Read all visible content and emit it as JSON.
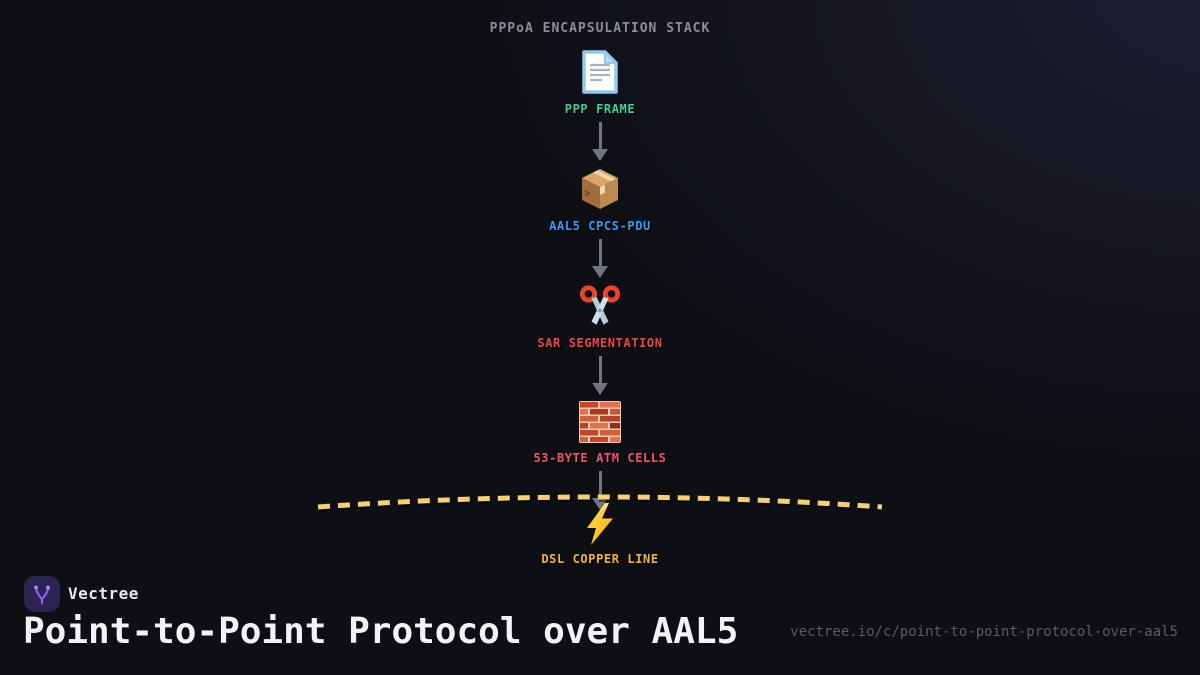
{
  "diagram": {
    "title": "PPPoA ENCAPSULATION STACK",
    "title_color": "#8a8e99",
    "arrow_color": "#70757f",
    "dashed_line_color": "#f7d16b",
    "nodes": [
      {
        "label": "PPP FRAME",
        "color": "#34d399",
        "icon": "document-icon"
      },
      {
        "label": "AAL5 CPCS-PDU",
        "color": "#359af4",
        "icon": "package-icon"
      },
      {
        "label": "SAR SEGMENTATION",
        "color": "#ef4444",
        "icon": "scissors-icon"
      },
      {
        "label": "53-BYTE ATM CELLS",
        "color": "#f4536b",
        "icon": "brick-wall-icon"
      },
      {
        "label": "DSL COPPER LINE",
        "color": "#f1b52e",
        "icon": "lightning-icon"
      }
    ]
  },
  "footer": {
    "brand": "Vectree",
    "title": "Point-to-Point Protocol over AAL5",
    "url": "vectree.io/c/point-to-point-protocol-over-aal5"
  }
}
